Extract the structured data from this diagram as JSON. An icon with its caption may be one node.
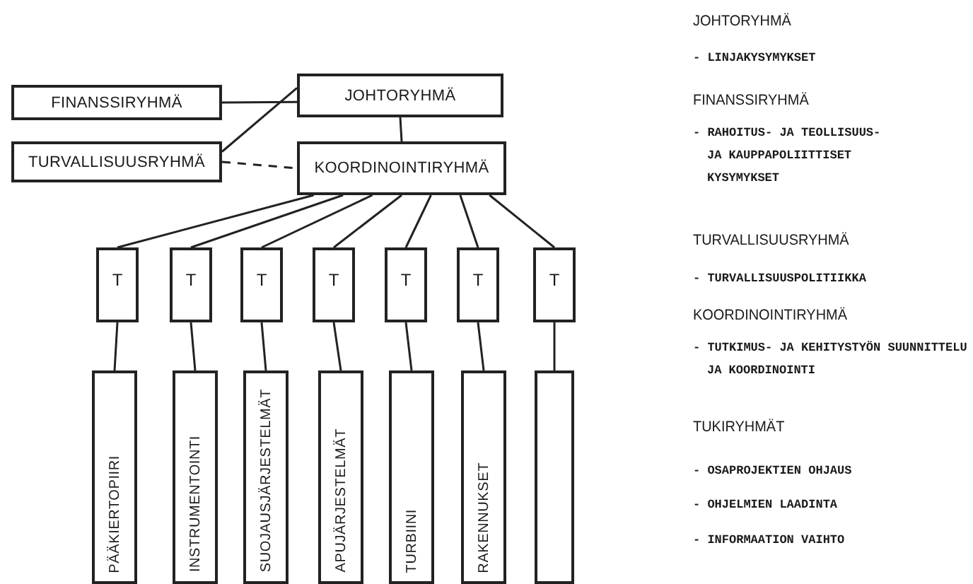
{
  "diagram": {
    "nodes": [
      {
        "text": [
          "FINANSSIRYHMÄ"
        ]
      },
      {
        "text": [
          "JOHTORYHMÄ"
        ]
      },
      {
        "text": [
          "TURVALLISUUSRYHMÄ"
        ]
      },
      {
        "text": [
          "KOORDINOINTIRYHMÄ"
        ]
      },
      {
        "text": [
          "T"
        ]
      },
      {
        "text": [
          "T"
        ]
      },
      {
        "text": [
          "T"
        ]
      },
      {
        "text": [
          "T"
        ]
      },
      {
        "text": [
          "T"
        ]
      },
      {
        "text": [
          "T"
        ]
      },
      {
        "text": [
          "T"
        ]
      },
      {
        "text": [
          "PÄÄKIERTOPIIRI"
        ]
      },
      {
        "text": [
          "INSTRUMENTOINTI"
        ]
      },
      {
        "text": [
          "SUOJAUSJÄRJESTELMÄT"
        ]
      },
      {
        "text": [
          "APUJÄRJESTELMÄT"
        ]
      },
      {
        "text": [
          "TURBIINI"
        ]
      },
      {
        "text": [
          "RAKENNUKSET"
        ]
      },
      {
        "text": [],
        "shape": "box"
      }
    ],
    "edges": [
      {
        "from": 0,
        "to": 1,
        "arrow": "none"
      },
      {
        "from": 2,
        "to": 1,
        "arrow": "none"
      },
      {
        "from": 1,
        "to": 3,
        "arrow": "none"
      },
      {
        "from": 2,
        "to": 3,
        "arrow": "none",
        "style": "dashed"
      },
      {
        "from": 3,
        "to": 4,
        "arrow": "none"
      },
      {
        "from": 3,
        "to": 5,
        "arrow": "none"
      },
      {
        "from": 3,
        "to": 6,
        "arrow": "none"
      },
      {
        "from": 3,
        "to": 7,
        "arrow": "none"
      },
      {
        "from": 3,
        "to": 8,
        "arrow": "none"
      },
      {
        "from": 3,
        "to": 9,
        "arrow": "none"
      },
      {
        "from": 3,
        "to": 10,
        "arrow": "none"
      },
      {
        "from": 4,
        "to": 11,
        "arrow": "none"
      },
      {
        "from": 5,
        "to": 12,
        "arrow": "none"
      },
      {
        "from": 6,
        "to": 13,
        "arrow": "none"
      },
      {
        "from": 7,
        "to": 14,
        "arrow": "none"
      },
      {
        "from": 8,
        "to": 15,
        "arrow": "none"
      },
      {
        "from": 9,
        "to": 16,
        "arrow": "none"
      },
      {
        "from": 10,
        "to": 17,
        "arrow": "none"
      }
    ],
    "labels": [
      "JOHTORYHMÄ",
      "- LINJAKYSYMYKSET",
      "FINANSSIRYHMÄ",
      "- RAHOITUS- JA TEOLLISUUS- JA KAUPPAPOLIITTISET KYSYMYKSET",
      "TURVALLISUUSRYHMÄ",
      "- TURVALLISUUSPOLITIIKKA",
      "KOORDINOINTIRYHMÄ",
      "- TUTKIMUS- JA KEHITYSTYÖN SUUNNITTELU JA KOORDINOINTI",
      "TUKIRYHMÄT",
      "- OSAPROJEKTIEN OHJAUS",
      "- OHJELMIEN LAADINTA",
      "- INFORMAATION VAIHTO"
    ]
  }
}
